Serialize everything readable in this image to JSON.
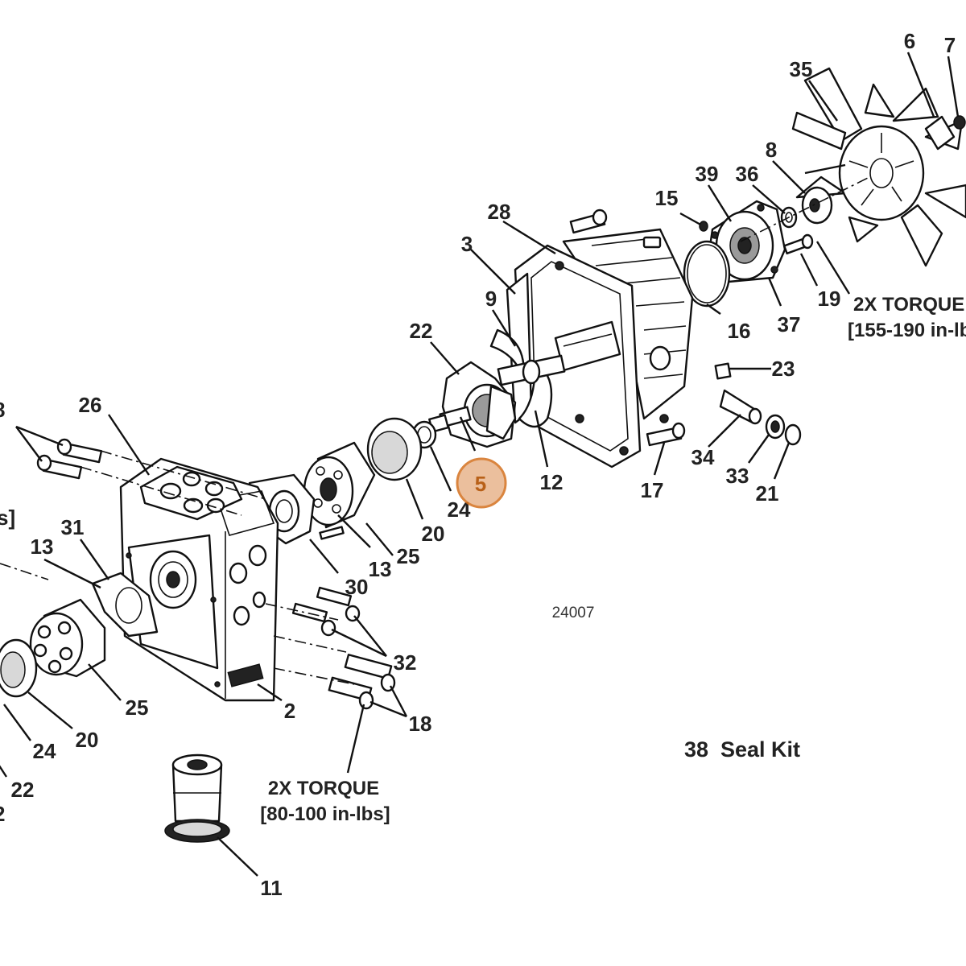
{
  "diagram": {
    "drawing_number": "24007",
    "seal_kit": {
      "number": "38",
      "label": "Seal Kit"
    },
    "torque_notes": {
      "left": {
        "line1": "2X TORQUE",
        "line2": "[80-100 in-lbs]"
      },
      "right": {
        "line1": "2X TORQUE",
        "line2": "[155-190 in-lb"
      }
    },
    "cut_labels": {
      "top_left": "8",
      "left_suffix": "s]",
      "bottom_left": "2"
    },
    "highlighted_part": "5",
    "callouts": {
      "p35": "35",
      "p6": "6",
      "p7": "7",
      "p8": "8",
      "p36": "36",
      "p39": "39",
      "p15": "15",
      "p28": "28",
      "p3": "3",
      "p9": "9",
      "p22a": "22",
      "p16": "16",
      "p37": "37",
      "p19": "19",
      "p23": "23",
      "p26": "26",
      "p24a": "24",
      "p12": "12",
      "p20a": "20",
      "p34": "34",
      "p33": "33",
      "p17": "17",
      "p21": "21",
      "p31": "31",
      "p13a": "13",
      "p13b": "13",
      "p25a": "25",
      "p30": "30",
      "p32": "32",
      "p25b": "25",
      "p2": "2",
      "p18": "18",
      "p20b": "20",
      "p24b": "24",
      "p22b": "22",
      "p11": "11"
    }
  }
}
